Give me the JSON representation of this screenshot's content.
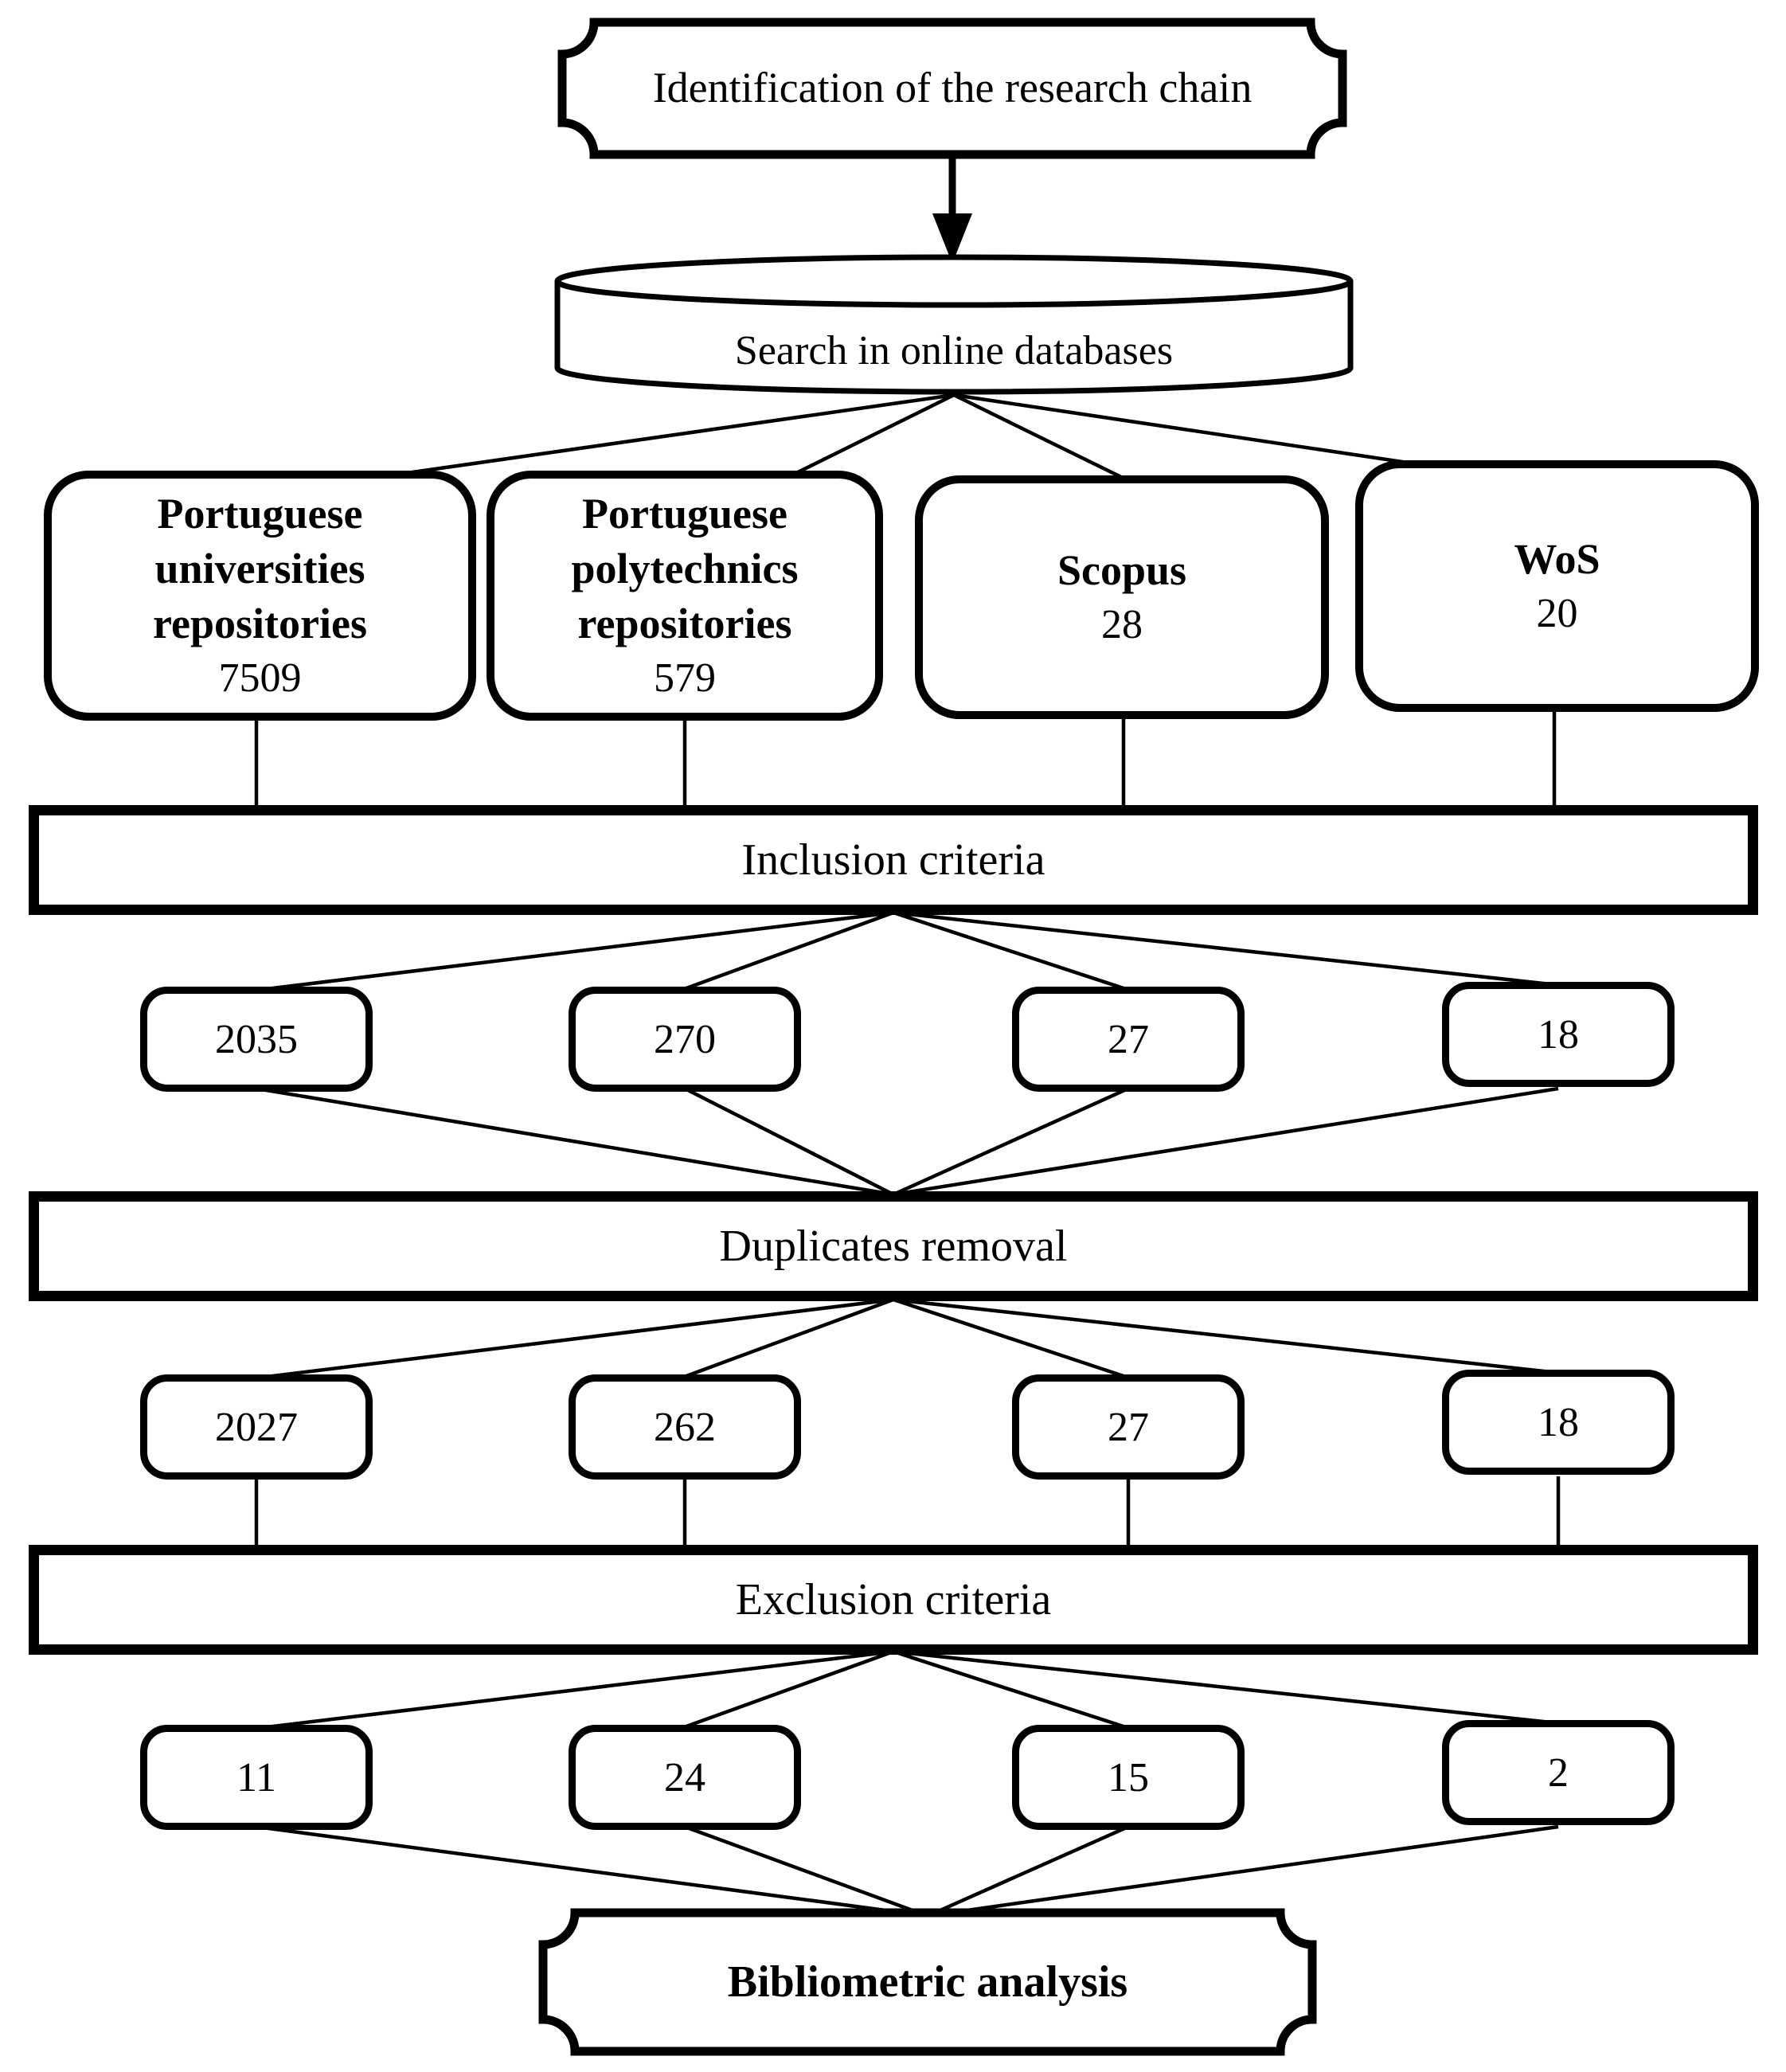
{
  "flowchart": {
    "title": "Identification of the research chain",
    "search_db": "Search in online databases",
    "sources": [
      {
        "name": "Portuguese universities repositories",
        "count": "7509"
      },
      {
        "name": "Portuguese polytechnics repositories",
        "count": "579"
      },
      {
        "name": "Scopus",
        "count": "28"
      },
      {
        "name": "WoS",
        "count": "20"
      }
    ],
    "stages": [
      {
        "label": "Inclusion criteria",
        "results": [
          "2035",
          "270",
          "27",
          "18"
        ]
      },
      {
        "label": "Duplicates removal",
        "results": [
          "2027",
          "262",
          "27",
          "18"
        ]
      },
      {
        "label": "Exclusion criteria",
        "results": [
          "11",
          "24",
          "15",
          "2"
        ]
      }
    ],
    "final_label": "Bibliometric analysis",
    "colors": {
      "stroke": "#000000",
      "fill": "#ffffff"
    }
  }
}
